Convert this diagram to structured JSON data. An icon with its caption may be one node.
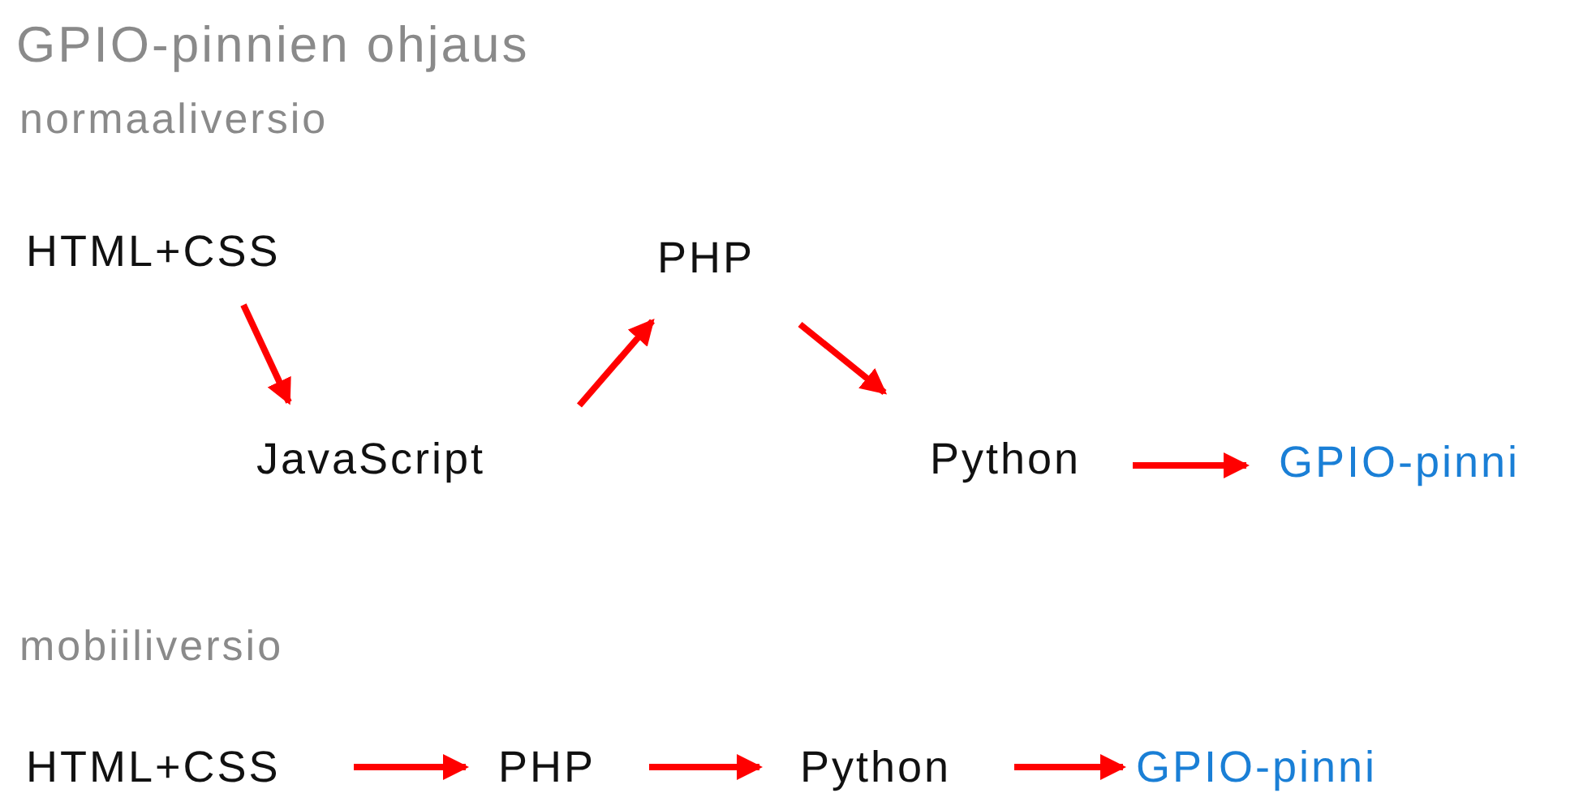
{
  "diagram": {
    "title": "GPIO-pinnien ohjaus",
    "nodes": [
      {
        "text": [
          "HTML+CSS"
        ]
      },
      {
        "text": [
          "JavaScript"
        ]
      },
      {
        "text": [
          "PHP"
        ]
      },
      {
        "text": [
          "Python"
        ]
      },
      {
        "text": [
          "GPIO-pinni"
        ]
      },
      {
        "text": [
          "HTML+CSS"
        ]
      },
      {
        "text": [
          "PHP"
        ]
      },
      {
        "text": [
          "Python"
        ]
      },
      {
        "text": [
          "GPIO-pinni"
        ]
      }
    ],
    "edges": [
      {
        "from": 0,
        "to": 1,
        "arrow": "to"
      },
      {
        "from": 1,
        "to": 2,
        "arrow": "to"
      },
      {
        "from": 2,
        "to": 3,
        "arrow": "to"
      },
      {
        "from": 3,
        "to": 4,
        "arrow": "to"
      },
      {
        "from": 5,
        "to": 6,
        "arrow": "to"
      },
      {
        "from": 6,
        "to": 7,
        "arrow": "to"
      },
      {
        "from": 7,
        "to": 8,
        "arrow": "to"
      }
    ],
    "labels": [
      "normaaliversio",
      "mobiiliversio"
    ]
  }
}
